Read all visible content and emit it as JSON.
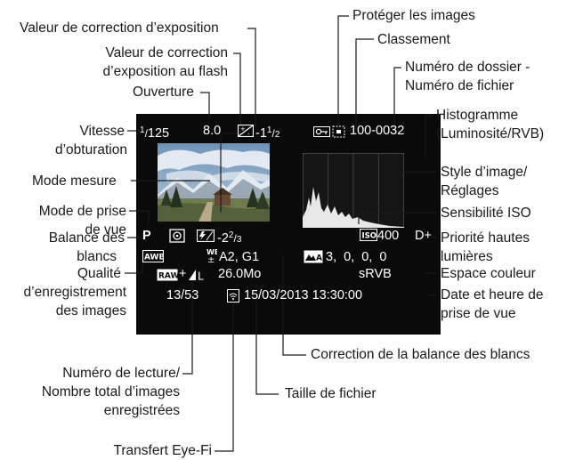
{
  "labels": {
    "exposure_comp": "Valeur de correction d’exposition",
    "protect": "Protéger les images",
    "flash_comp_1": "Valeur de correction",
    "flash_comp_2": "d’exposition au flash",
    "rating": "Classement",
    "folder_file_1": "Numéro de dossier -",
    "folder_file_2": "Numéro de fichier",
    "aperture": "Ouverture",
    "histogram_1": "Histogramme",
    "histogram_2": "(Luminosité/RVB)",
    "shutter_1": "Vitesse",
    "shutter_2": "d’obturation",
    "picture_style_1": "Style d’image/",
    "picture_style_2": "Réglages",
    "metering": "Mode mesure",
    "iso": "Sensibilité ISO",
    "shooting_mode_1": "Mode de prise",
    "shooting_mode_2": "de vue",
    "highlight_1": "Priorité hautes",
    "highlight_2": "lumières",
    "wb_1": "Balance des",
    "wb_2": "blancs",
    "color_space": "Espace couleur",
    "quality_1": "Qualité",
    "quality_2": "d’enregistrement",
    "quality_3": "des images",
    "datetime_1": "Date et heure de",
    "datetime_2": "prise de vue",
    "wb_correction": "Correction de la balance des blancs",
    "playback_1": "Numéro de lecture/",
    "playback_2": "Nombre total d’images",
    "playback_3": "enregistrées",
    "file_size": "Taille de fichier",
    "eyefi": "Transfert Eye-Fi"
  },
  "screen": {
    "shutter_num": "1",
    "shutter_den": "125",
    "aperture": "8.0",
    "exp_comp": "-1",
    "exp_comp_num": "1",
    "exp_comp_den": "2",
    "folder_file": "100-0032",
    "mode": "P",
    "flash_comp": "-2",
    "flash_comp_num": "2",
    "flash_comp_den": "3",
    "wb_shift": "A2, G1",
    "picture_style": "3, 0, 0, 0",
    "iso_value": "400",
    "highlight": "D+",
    "quality": "+",
    "file_size": "26.0Mo",
    "color_space": "sRVB",
    "playback": "13/53",
    "datetime": "15/03/2013 13:30:00"
  },
  "icons": {
    "exp_comp": "exposure-compensation-icon",
    "protect": "protect-key-icon",
    "rating": "rating-icon",
    "metering": "evaluative-metering-icon",
    "flash": "flash-compensation-icon",
    "wb": "awb-icon",
    "wb_shift": "wb-shift-icon",
    "picture_style": "auto-picture-style-icon",
    "iso": "iso-icon",
    "raw": "raw-icon",
    "quality": "large-quality-icon",
    "eyefi": "eyefi-icon"
  },
  "colors": {
    "screen_bg": "#0a0a0a",
    "screen_text": "#ffffff",
    "leader": "#1a1a1a",
    "histogram_fill": "#e8e8e8"
  }
}
